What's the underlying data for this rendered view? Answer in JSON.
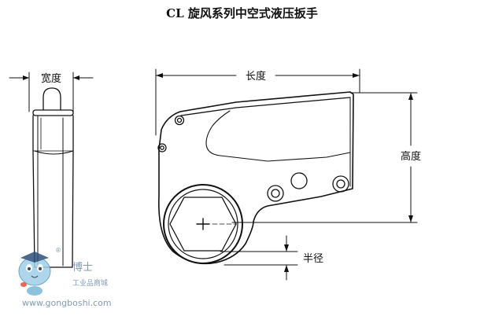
{
  "title": "CL 旋风系列中空式液压扳手",
  "labels": {
    "width": "宽度",
    "length": "长度",
    "height": "高度",
    "radius": "半径"
  },
  "watermark": {
    "brand": "博士",
    "tagline": "工业品商城",
    "url": "www.gongboshi.com",
    "registered": "®"
  },
  "colors": {
    "line": "#111111",
    "background": "#ffffff",
    "watermark": "#6a8aa8"
  }
}
